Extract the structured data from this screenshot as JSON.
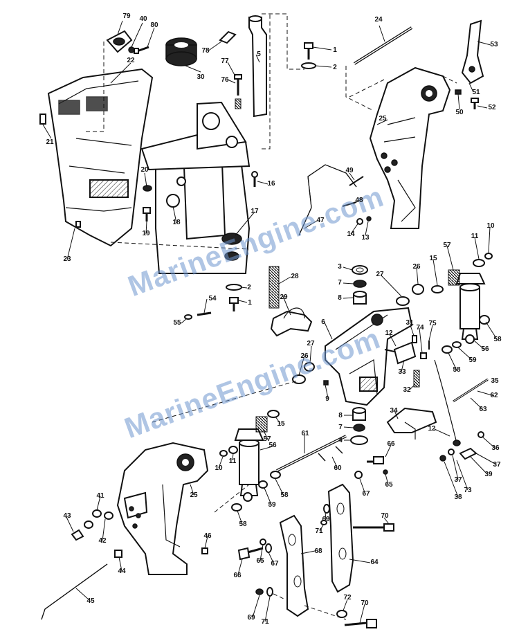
{
  "diagram": {
    "watermark_text": "MarineEngine.com",
    "watermark_color": "#6e96cd",
    "callouts": {
      "c1": "1",
      "c2": "2",
      "c3": "3",
      "c4": "4",
      "c5": "5",
      "c6": "6",
      "c7": "7",
      "c8": "8",
      "c9": "9",
      "c10": "10",
      "c11": "11",
      "c12": "12",
      "c13": "13",
      "c14": "14",
      "c15": "15",
      "c16": "16",
      "c17": "17",
      "c18": "18",
      "c19": "19",
      "c20": "20",
      "c21": "21",
      "c22": "22",
      "c23": "23",
      "c24": "24",
      "c25": "25",
      "c26": "26",
      "c27": "27",
      "c28": "28",
      "c29": "29",
      "c30": "30",
      "c31": "31",
      "c32": "32",
      "c33": "33",
      "c34": "34",
      "c35": "35",
      "c36": "36",
      "c37": "37",
      "c38": "38",
      "c39": "39",
      "c40": "40",
      "c41": "41",
      "c42": "42",
      "c43": "43",
      "c44": "44",
      "c45": "45",
      "c46": "46",
      "c47": "47",
      "c48": "48",
      "c49": "49",
      "c50": "50",
      "c51": "51",
      "c52": "52",
      "c53": "53",
      "c54": "54",
      "c55": "55",
      "c56": "56",
      "c57": "57",
      "c58": "58",
      "c59": "59",
      "c60": "60",
      "c61": "61",
      "c62": "62",
      "c63": "63",
      "c64": "64",
      "c65": "65",
      "c66": "66",
      "c67": "67",
      "c68": "68",
      "c69": "69",
      "c70": "70",
      "c71": "71",
      "c72": "72",
      "c73": "73",
      "c74": "74",
      "c75": "75",
      "c76": "76",
      "c77": "77",
      "c78": "78",
      "c79": "79",
      "c80": "80"
    }
  }
}
